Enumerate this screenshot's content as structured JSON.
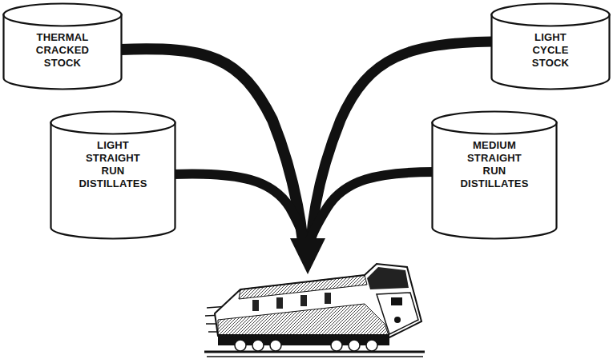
{
  "diagram": {
    "nodes": [
      {
        "text": [
          "THERMAL CRACKED STOCK"
        ]
      },
      {
        "text": [
          "LIGHT CYCLE STOCK"
        ]
      },
      {
        "text": [
          "LIGHT STRAIGHT RUN DISTILLATES"
        ]
      },
      {
        "text": [
          "MEDIUM STRAIGHT RUN DISTILLATES"
        ]
      }
    ]
  }
}
